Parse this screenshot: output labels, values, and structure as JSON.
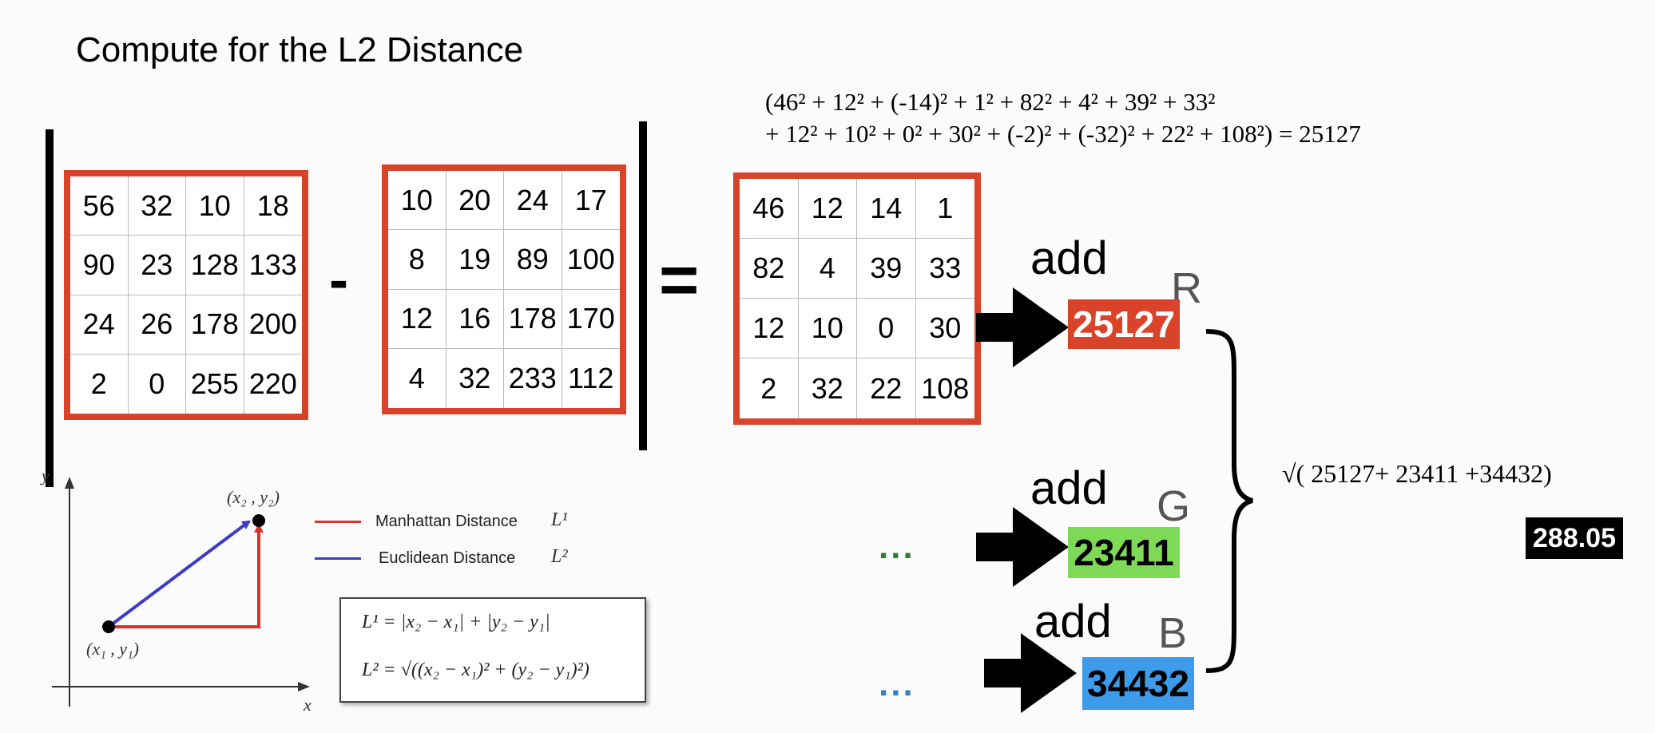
{
  "title": "Compute for the L2 Distance",
  "matrix_a": [
    "56",
    "32",
    "10",
    "18",
    "90",
    "23",
    "128",
    "133",
    "24",
    "26",
    "178",
    "200",
    "2",
    "0",
    "255",
    "220"
  ],
  "matrix_b": [
    "10",
    "20",
    "24",
    "17",
    "8",
    "19",
    "89",
    "100",
    "12",
    "16",
    "178",
    "170",
    "4",
    "32",
    "233",
    "112"
  ],
  "matrix_diff": [
    "46",
    "12",
    "14",
    "1",
    "82",
    "4",
    "39",
    "33",
    "12",
    "10",
    "0",
    "30",
    "2",
    "32",
    "22",
    "108"
  ],
  "minus_sign": "-",
  "equals_sign": "=",
  "formula_line1": "(46² + 12² + (-14)² + 1² + 82² + 4² + 39² + 33²",
  "formula_line2": "+ 12² + 10² + 0² + 30² + (-2)² + (-32)² + 22² + 108²) = 25127",
  "channels": [
    {
      "add": "add",
      "letter": "R",
      "value": "25127",
      "color": "#d9432a",
      "text_color": "#ffffff"
    },
    {
      "add": "add",
      "letter": "G",
      "value": "23411",
      "color": "#7ed957",
      "text_color": "#000000",
      "dots": "...",
      "dots_color": "#2e7d32"
    },
    {
      "add": "add",
      "letter": "B",
      "value": "34432",
      "color": "#3d9be9",
      "text_color": "#000000",
      "dots": "...",
      "dots_color": "#2f80c8"
    }
  ],
  "sqrt_text": "√( 25127+ 23411 +34432)",
  "final_value": "288.05",
  "graph": {
    "y_label": "y",
    "x_label": "x",
    "p1_label": "(x₁ , y₁)",
    "p2_label": "(x₂ , y₂)",
    "legend": [
      {
        "label": "Manhattan Distance",
        "symbol": "L¹",
        "color": "#e0302a"
      },
      {
        "label": "Euclidean Distance",
        "symbol": "L²",
        "color": "#3c3cc8"
      }
    ],
    "formula_l1": "L¹ = |x₂ − x₁| + |y₂ − y₁|",
    "formula_l2": "L² = √((x₂ − x₁)² + (y₂ − y₁)²)"
  }
}
